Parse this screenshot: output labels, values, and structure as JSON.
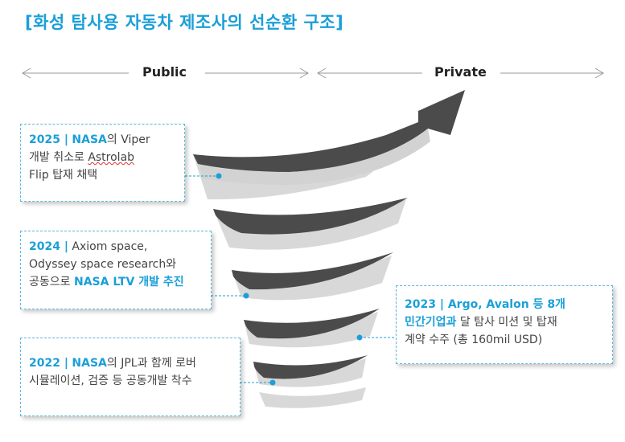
{
  "title": "[화성 탐사용 자동차 제조사의 선순환 구조]",
  "axis": {
    "public": "Public",
    "private": "Private"
  },
  "boxes": {
    "b2025": {
      "year": "2025 |",
      "org": "NASA",
      "t1": "의 Viper",
      "t2": "개발 취소로 ",
      "t2b": "Astrolab",
      "t3": "Flip 탑재 채택"
    },
    "b2024": {
      "year": "2024 |",
      "t1": " Axiom space,",
      "t2": "Odyssey space research와",
      "t3": "공동으로 ",
      "t3b": "NASA LTV 개발 추진"
    },
    "b2022": {
      "year": "2022 |",
      "org": "NASA",
      "t1": "의 JPL과 함께 로버",
      "t2": "시뮬레이션, 검증 등 공동개발 착수"
    },
    "b2023": {
      "year": "2023 | Argo, Avalon 등 8개",
      "org": "민간기업과",
      "t1": " 달 탐사 미션 및 탑재",
      "t2": "계약 수주 (총 160mil USD)"
    }
  },
  "colors": {
    "accent": "#1a9fd8",
    "dark": "#4a4a4a",
    "light": "#d6d6d6"
  }
}
